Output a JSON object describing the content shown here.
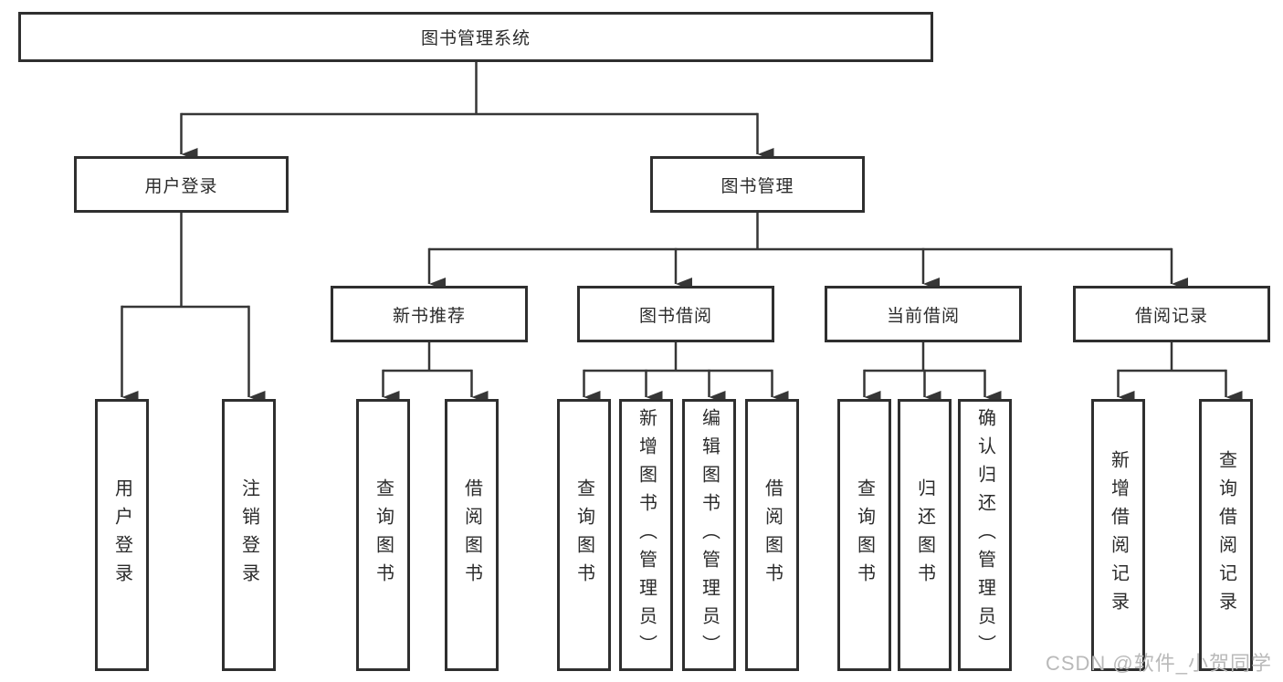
{
  "colors": {
    "background": "#ffffff",
    "line": "#363636",
    "box_border": "#2f2f2f",
    "text": "#2b2b2b",
    "watermark": "#b9b9b9"
  },
  "tree": {
    "root": {
      "label": "图书管理系统",
      "children": [
        {
          "label": "用户登录",
          "children": [
            {
              "label": "用户登录"
            },
            {
              "label": "注销登录"
            }
          ]
        },
        {
          "label": "图书管理",
          "children": [
            {
              "label": "新书推荐",
              "children": [
                {
                  "label": "查询图书"
                },
                {
                  "label": "借阅图书"
                }
              ]
            },
            {
              "label": "图书借阅",
              "children": [
                {
                  "label": "查询图书"
                },
                {
                  "label": "新增图书（管理员）"
                },
                {
                  "label": "编辑图书（管理员）"
                },
                {
                  "label": "借阅图书"
                }
              ]
            },
            {
              "label": "当前借阅",
              "children": [
                {
                  "label": "查询图书"
                },
                {
                  "label": "归还图书"
                },
                {
                  "label": "确认归还（管理员）"
                }
              ]
            },
            {
              "label": "借阅记录",
              "children": [
                {
                  "label": "新增借阅记录"
                },
                {
                  "label": "查询借阅记录"
                }
              ]
            }
          ]
        }
      ]
    }
  },
  "watermark": {
    "text": "CSDN @软件_小贺同学"
  }
}
